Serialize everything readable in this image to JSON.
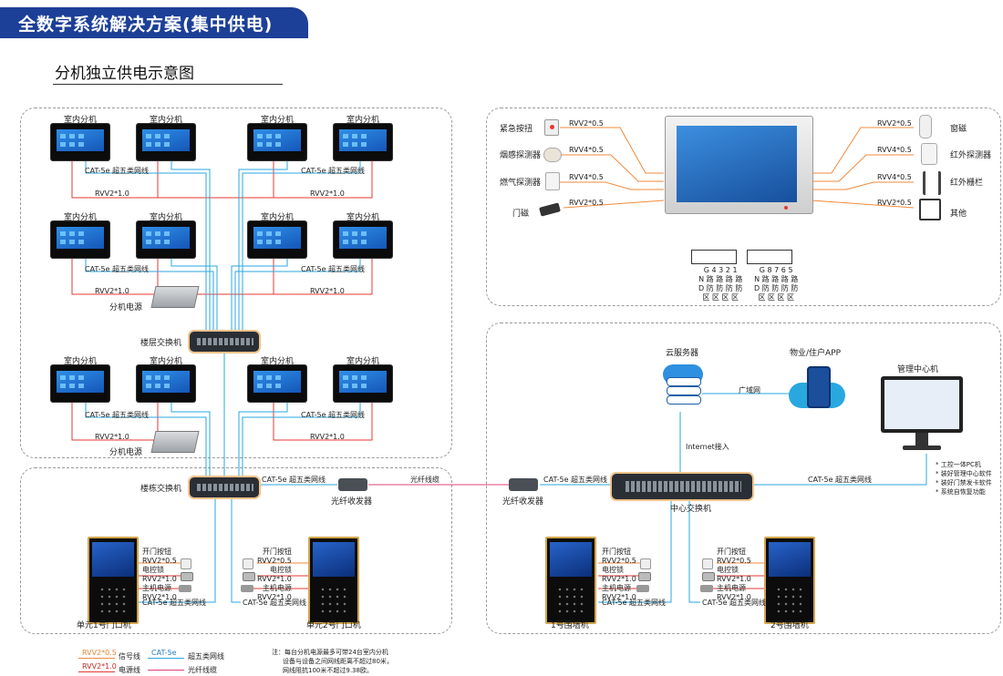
{
  "title": "全数字系统解决方案(集中供电)",
  "subtitle": "分机独立供电示意图",
  "indoor_label": "室内分机",
  "cat5e": "CAT-5e",
  "cat5e_desc": "超五类网线",
  "rvv2_1": "RVV2*1.0",
  "rvv2_05": "RVV2*0.5",
  "rvv4_05": "RVV4*0.5",
  "psu_label": "分机电源",
  "floor_switch": "楼层交换机",
  "building_switch": "楼栋交换机",
  "fiber_transceiver": "光纤收发器",
  "fiber_line": "光纤线缆",
  "center_switch": "中心交换机",
  "cloud_server": "云服务器",
  "app": "物业/住户APP",
  "wan": "广域网",
  "internet": "Internet接入",
  "mgmt": "管理中心机",
  "mgmt_features": [
    "* 工控一体PC机",
    "* 装好管理中心软件",
    "* 装好门禁发卡软件",
    "* 系统自恢复功能"
  ],
  "sensors_left": [
    "紧急按扭",
    "烟感探测器",
    "燃气探测器",
    "门磁"
  ],
  "sensors_right": [
    "窗磁",
    "红外探测器",
    "红外栅栏",
    "其他"
  ],
  "left_cables": [
    "RVV2*0.5",
    "RVV4*0.5",
    "RVV4*0.5",
    "RVV2*0.5"
  ],
  "right_cables": [
    "RVV2*0.5",
    "RVV4*0.5",
    "RVV4*0.5",
    "RVV2*0.5"
  ],
  "zone_block_1": {
    "l1": "G 4 3 2 1",
    "l2": "N 路 路 路 路",
    "l3": "D 防 防 防 防",
    "l4": "区 区 区 区"
  },
  "zone_block_2": {
    "l1": "G 8 7 6 5",
    "l2": "N 路 路 路 路",
    "l3": "D 防 防 防 防",
    "l4": "区 区 区 区"
  },
  "door_button": "开门按钮",
  "electric_lock": "电控锁",
  "main_psu": "主机电源",
  "unit1": "单元1号门口机",
  "unit2": "单元2号门口机",
  "wall1": "1号围墙机",
  "wall2": "2号围墙机",
  "legend": {
    "signal_cable": "RVV2*0.5",
    "signal": "信号线",
    "power_cable": "RVV2*1.0",
    "power": "电源线",
    "net_cable": "CAT-5e",
    "net": "超五类网线",
    "fiber": "光纤线缆"
  },
  "note": [
    "注：每台分机电源最多可带24台室内分机",
    "设备与设备之间网线距离不超过80米，",
    "网线阻抗100米不超过9.38欧。"
  ],
  "colors": {
    "accent": "#1c3f97",
    "power": "#e53935",
    "network": "#2aa7e0",
    "signal": "#f08a3c",
    "fiber": "#e0407a"
  }
}
